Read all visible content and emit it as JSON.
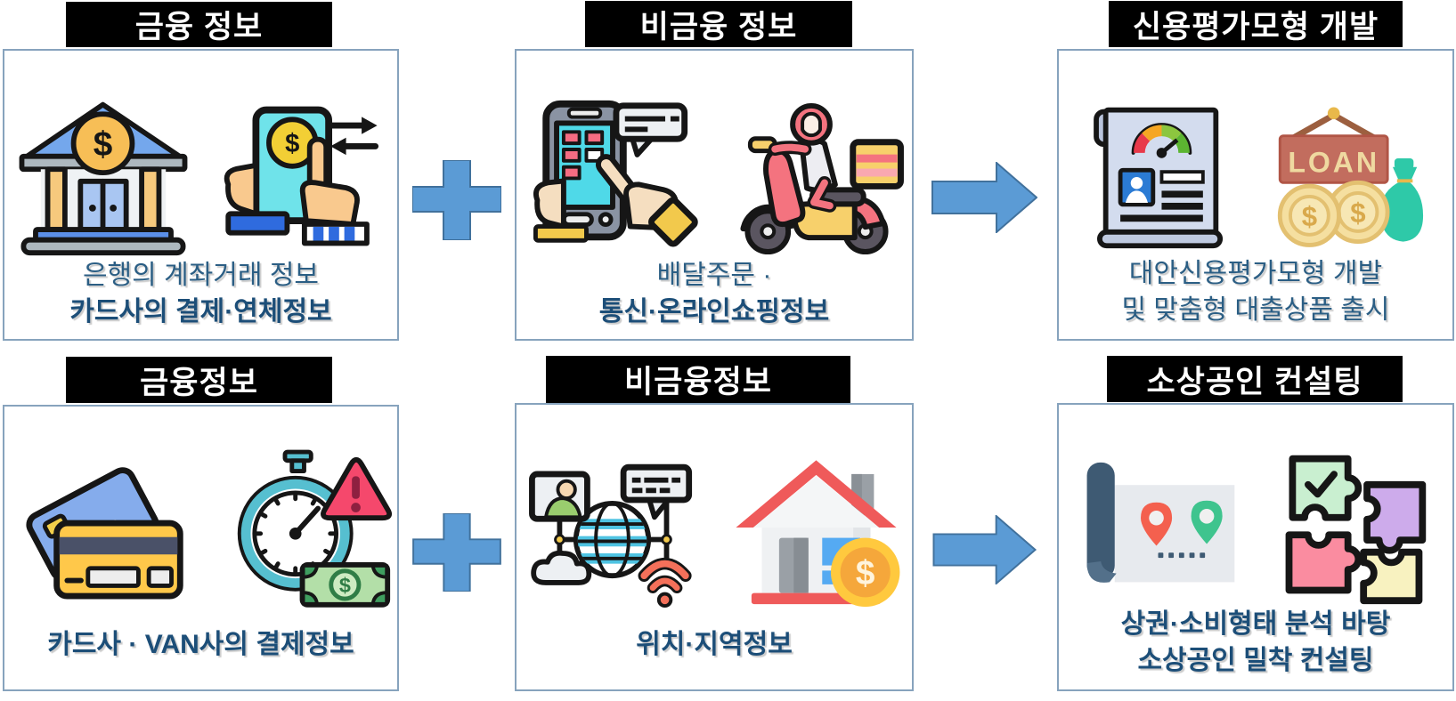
{
  "colors": {
    "background": "#FFFFFF",
    "header_bg": "#000000",
    "header_text": "#FFFFFF",
    "panel_border": "#87A3BD",
    "caption_text": "#2B5E84",
    "caption_bold_text": "#1C4E78",
    "connector_fill": "#5B9BD5",
    "connector_stroke": "#41719C"
  },
  "row1": {
    "box1": {
      "header": "금융 정보",
      "line1": "은행의 계좌거래 정보",
      "line2": "카드사의 결제·연체정보",
      "icons": [
        "bank-icon",
        "mobile-payment-icon"
      ]
    },
    "box2": {
      "header": "비금융 정보",
      "line1": "배달주문 ·",
      "line2": "통신·온라인쇼핑정보",
      "icons": [
        "shopping-app-icon",
        "delivery-scooter-icon"
      ]
    },
    "box3": {
      "header": "신용평가모형 개발",
      "line1": "대안신용평가모형 개발",
      "line2": "및 맞춤형 대출상품 출시",
      "icons": [
        "credit-report-icon",
        "loan-icon"
      ]
    }
  },
  "row2": {
    "box1": {
      "header": "금융정보",
      "line1": "카드사 · VAN사의 결제정보",
      "icons": [
        "credit-cards-icon",
        "stopwatch-icon"
      ]
    },
    "box2": {
      "header": "비금융정보",
      "line1": "위치·지역정보",
      "icons": [
        "network-icon",
        "house-coin-icon"
      ]
    },
    "box3": {
      "header": "소상공인 컨설팅",
      "line1": "상권·소비형태 분석 바탕",
      "line2": "소상공인 밀착 컨설팅",
      "icons": [
        "map-pins-icon",
        "puzzle-icon"
      ]
    }
  },
  "icon_text": {
    "loan_sign": "LOAN",
    "dollar": "$"
  }
}
